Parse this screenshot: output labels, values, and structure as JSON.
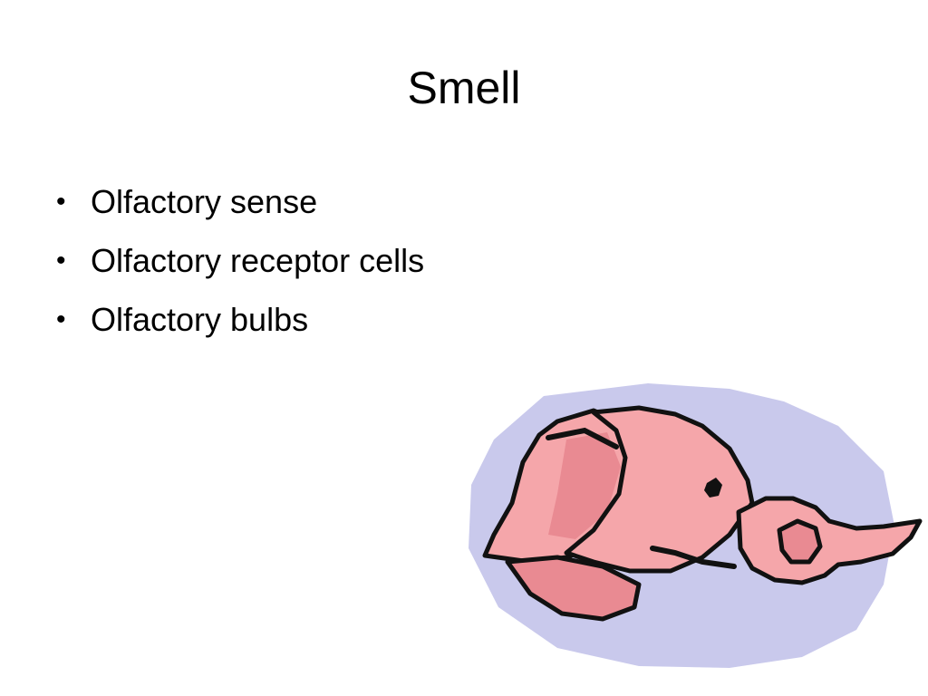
{
  "slide": {
    "title": "Smell",
    "bullets": [
      "Olfactory sense",
      "Olfactory receptor cells",
      "Olfactory bulbs"
    ],
    "bullet_glyph": "•"
  },
  "clipart": {
    "icon": "elephant-smelling-icon",
    "colors": {
      "backdrop": "#c9c9ec",
      "skin": "#f5a6aa",
      "skin_shadow": "#e98a92",
      "outline": "#111111"
    }
  }
}
